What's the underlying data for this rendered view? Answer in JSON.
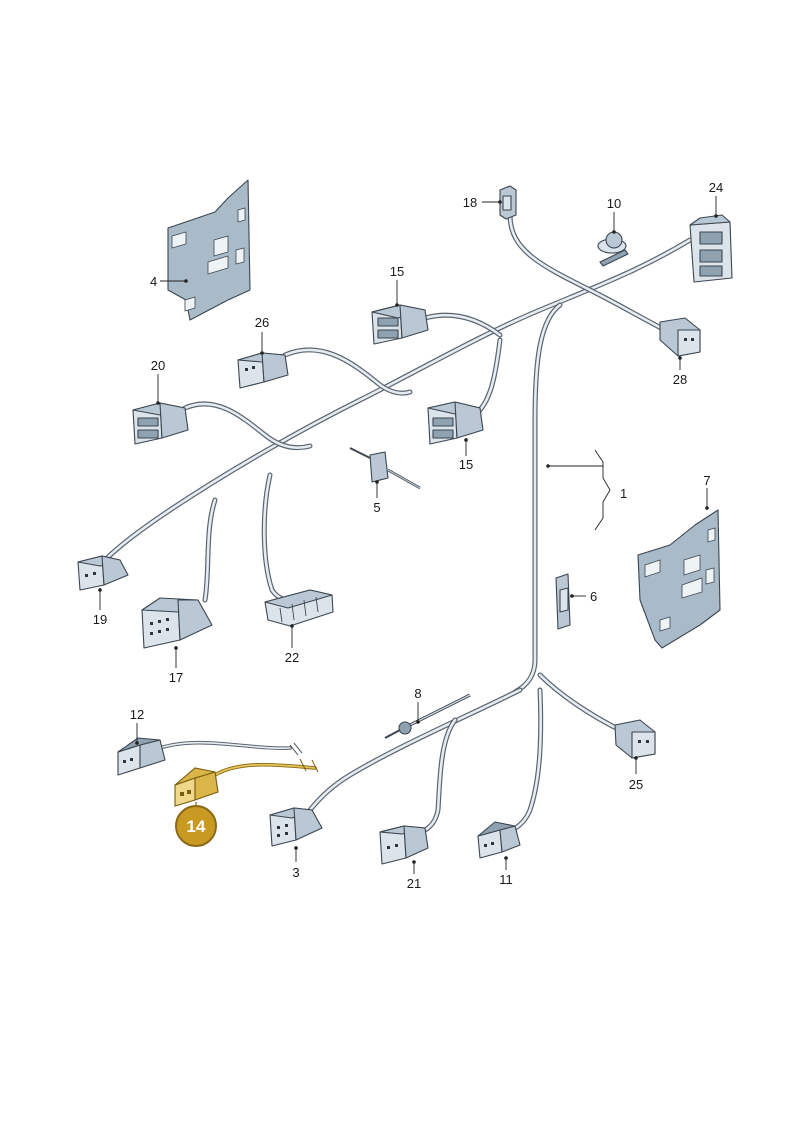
{
  "callouts": {
    "c1": "1",
    "c3": "3",
    "c4": "4",
    "c5": "5",
    "c6": "6",
    "c7": "7",
    "c8": "8",
    "c10": "10",
    "c11": "11",
    "c12": "12",
    "c15a": "15",
    "c15b": "15",
    "c17": "17",
    "c18": "18",
    "c19": "19",
    "c20": "20",
    "c21": "21",
    "c22": "22",
    "c24": "24",
    "c25": "25",
    "c26": "26",
    "c28": "28"
  },
  "highlight": {
    "label": "14"
  },
  "colors": {
    "wire": "#5a6470",
    "connector": "#b9c8d4",
    "highlight": "#c99a22"
  }
}
